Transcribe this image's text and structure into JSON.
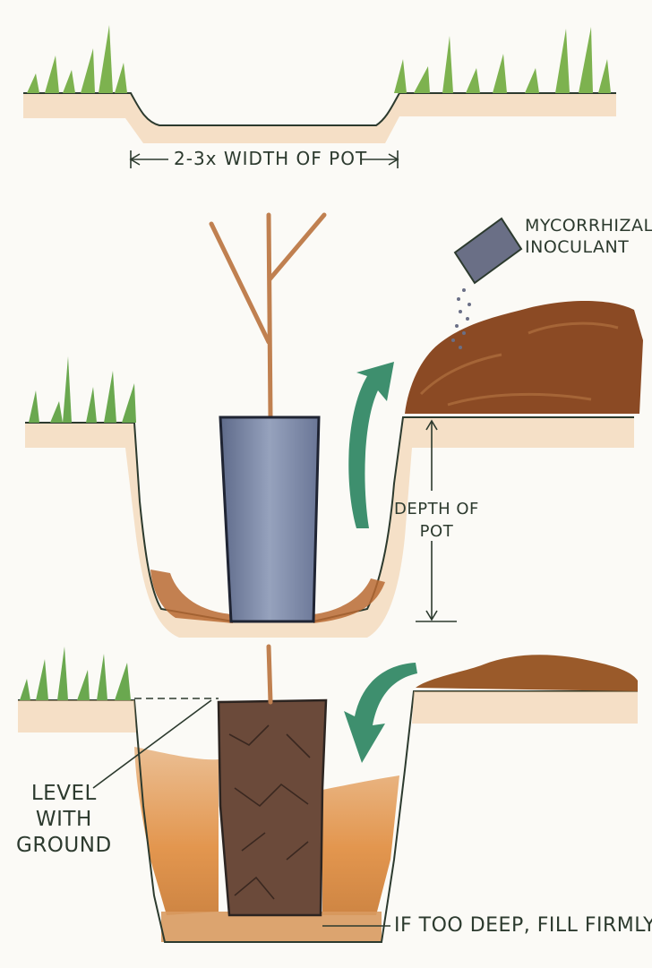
{
  "colors": {
    "grass": "#6fa84a",
    "soil": "#c9782f",
    "soil_light": "#e7b27a",
    "compost": "#8a4a22",
    "pot": "#7f8aa6",
    "root_ball": "#6b4a3a",
    "arrow": "#3e8f6e",
    "ink": "#2c3a2e",
    "stem": "#c08050"
  },
  "labels": {
    "width": "2-3x WIDTH OF POT",
    "mycorrhizal_line1": "MYCORRHIZAL",
    "mycorrhizal_line2": "INOCULANT",
    "depth_line1": "DEPTH OF",
    "depth_line2": "POT",
    "level_line1": "LEVEL",
    "level_line2": "WITH",
    "level_line3": "GROUND",
    "fill": "IF TOO DEEP, FILL FIRMLY"
  }
}
